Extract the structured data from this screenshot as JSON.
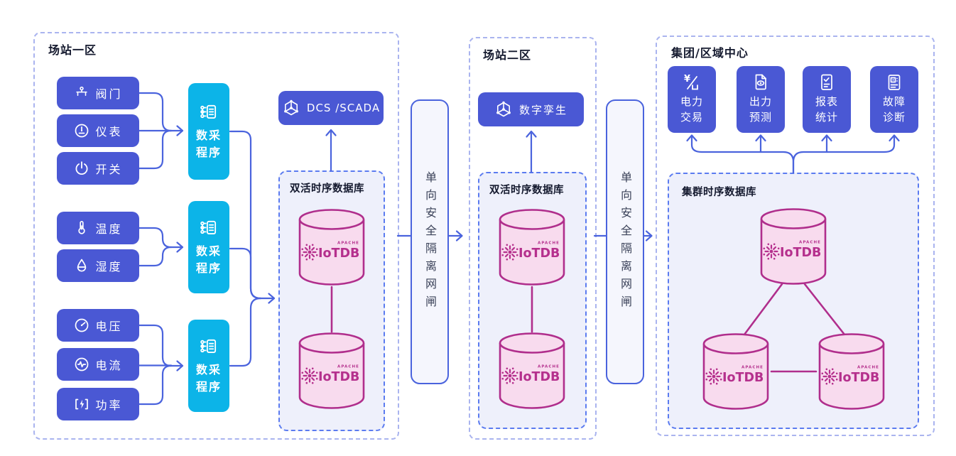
{
  "iotdb": {
    "wordmark": "IoTDB",
    "apache": "APACHE"
  },
  "zone1": {
    "title": "场站一区",
    "sensor_groups": [
      {
        "items": [
          {
            "label": "阀门",
            "icon": "valve-icon"
          },
          {
            "label": "仪表",
            "icon": "meter-gauge-icon"
          },
          {
            "label": "开关",
            "icon": "power-switch-icon"
          }
        ]
      },
      {
        "items": [
          {
            "label": "温度",
            "icon": "thermometer-icon"
          },
          {
            "label": "湿度",
            "icon": "humidity-drop-icon"
          }
        ]
      },
      {
        "items": [
          {
            "label": "电压",
            "icon": "voltage-gauge-icon"
          },
          {
            "label": "电流",
            "icon": "current-wave-icon"
          },
          {
            "label": "功率",
            "icon": "power-bolt-icon"
          }
        ]
      }
    ],
    "collectors": [
      {
        "label": "数采程序",
        "icon": "data-collect-icon"
      },
      {
        "label": "数采程序",
        "icon": "data-collect-icon"
      },
      {
        "label": "数采程序",
        "icon": "data-collect-icon"
      }
    ],
    "dcs": {
      "label": "DCS /SCADA",
      "icon": "network-hex-icon"
    },
    "db": {
      "title": "双活时序数据库"
    }
  },
  "gateway1": {
    "label": "单向安全隔离网闸"
  },
  "zone2": {
    "title": "场站二区",
    "app": {
      "label": "数字孪生",
      "icon": "network-hex-icon"
    },
    "db": {
      "title": "双活时序数据库"
    }
  },
  "gateway2": {
    "label": "单向安全隔离网闸"
  },
  "center": {
    "title": "集团/区域中心",
    "apps": [
      {
        "label": "电力交易",
        "icon": "currency-exchange-icon"
      },
      {
        "label": "出力预测",
        "icon": "forecast-document-eye-icon"
      },
      {
        "label": "报表统计",
        "icon": "report-checklist-icon"
      },
      {
        "label": "故障诊断",
        "icon": "fault-diagnosis-icon"
      }
    ],
    "db": {
      "title": "集群时序数据库"
    }
  },
  "colors": {
    "box_blue": "#4a58d4",
    "collector_cyan": "#0cb4e8",
    "line_blue": "#4a63dd",
    "dash_outer": "#aab4ef",
    "dash_inner": "#5b7bf0",
    "panel_bg": "#eef0fb",
    "cylinder_fill": "#f8dbee",
    "cylinder_stroke": "#b02e8c"
  }
}
